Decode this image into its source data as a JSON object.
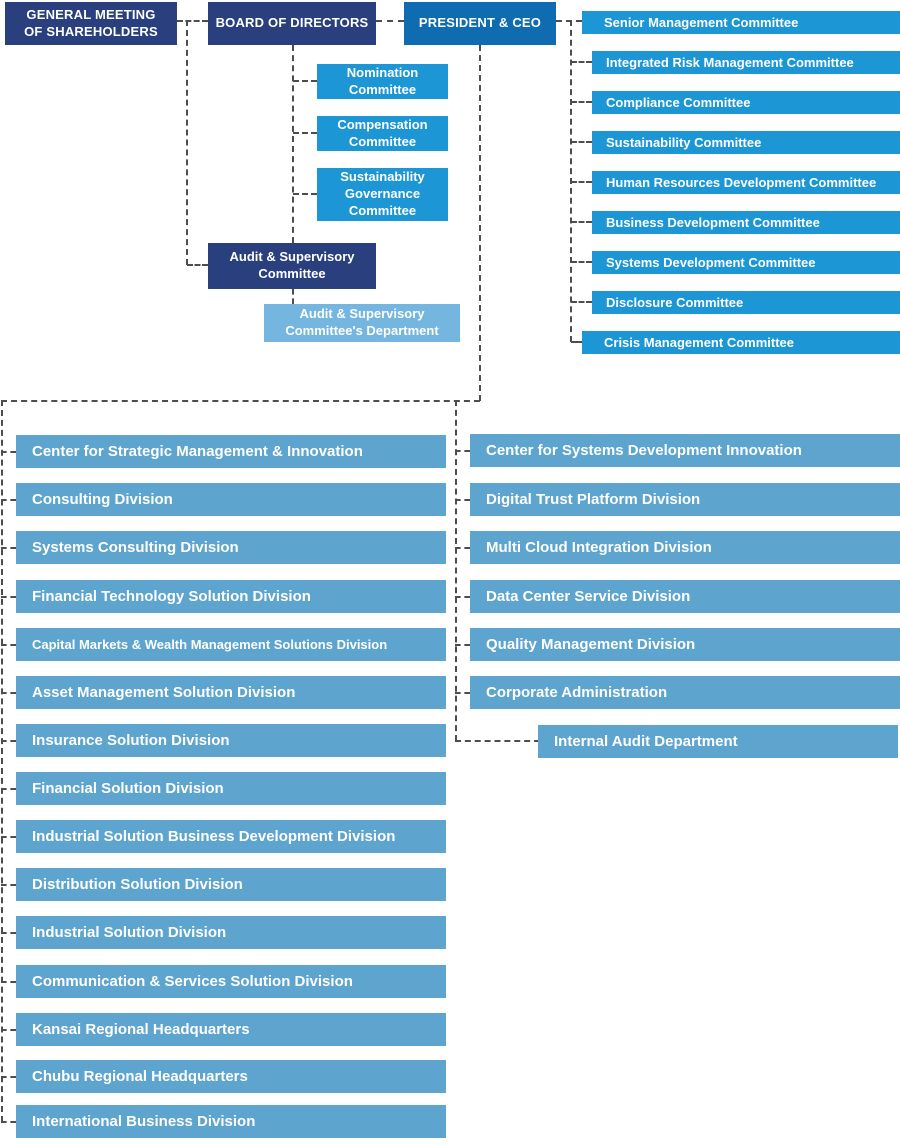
{
  "palette": {
    "navy": "#2a3f7d",
    "blue": "#0f6cb0",
    "bright_blue": "#1d96d5",
    "steel_blue": "#5da4cf",
    "light_blue": "#74b6e0",
    "line": "#4d4d4d"
  },
  "top": {
    "general_meeting": "GENERAL MEETING OF SHAREHOLDERS",
    "board": "BOARD OF DIRECTORS",
    "president": "PRESIDENT & CEO"
  },
  "board_committees": [
    "Nomination Committee",
    "Compensation Committee",
    "Sustainability Governance Committee"
  ],
  "audit": {
    "committee": "Audit & Supervisory Committee",
    "department": "Audit & Supervisory Committee's Department"
  },
  "management_committees": [
    "Senior Management Committee",
    "Integrated Risk Management Committee",
    "Compliance Committee",
    "Sustainability Committee",
    "Human Resources Development Committee",
    "Business Development Committee",
    "Systems Development Committee",
    "Disclosure Committee",
    "Crisis Management Committee"
  ],
  "left_divisions": [
    "Center for Strategic Management & Innovation",
    "Consulting Division",
    "Systems Consulting Division",
    "Financial Technology Solution Division",
    "Capital Markets & Wealth Management Solutions Division",
    "Asset Management Solution Division",
    "Insurance Solution Division",
    "Financial Solution Division",
    "Industrial Solution Business Development Division",
    "Distribution Solution Division",
    "Industrial Solution Division",
    "Communication & Services Solution Division",
    "Kansai Regional Headquarters",
    "Chubu Regional Headquarters",
    "International Business Division"
  ],
  "right_divisions": [
    "Center for Systems Development Innovation",
    "Digital Trust Platform Division",
    "Multi Cloud Integration Division",
    "Data Center Service Division",
    "Quality Management Division",
    "Corporate Administration",
    "Internal Audit Department"
  ]
}
